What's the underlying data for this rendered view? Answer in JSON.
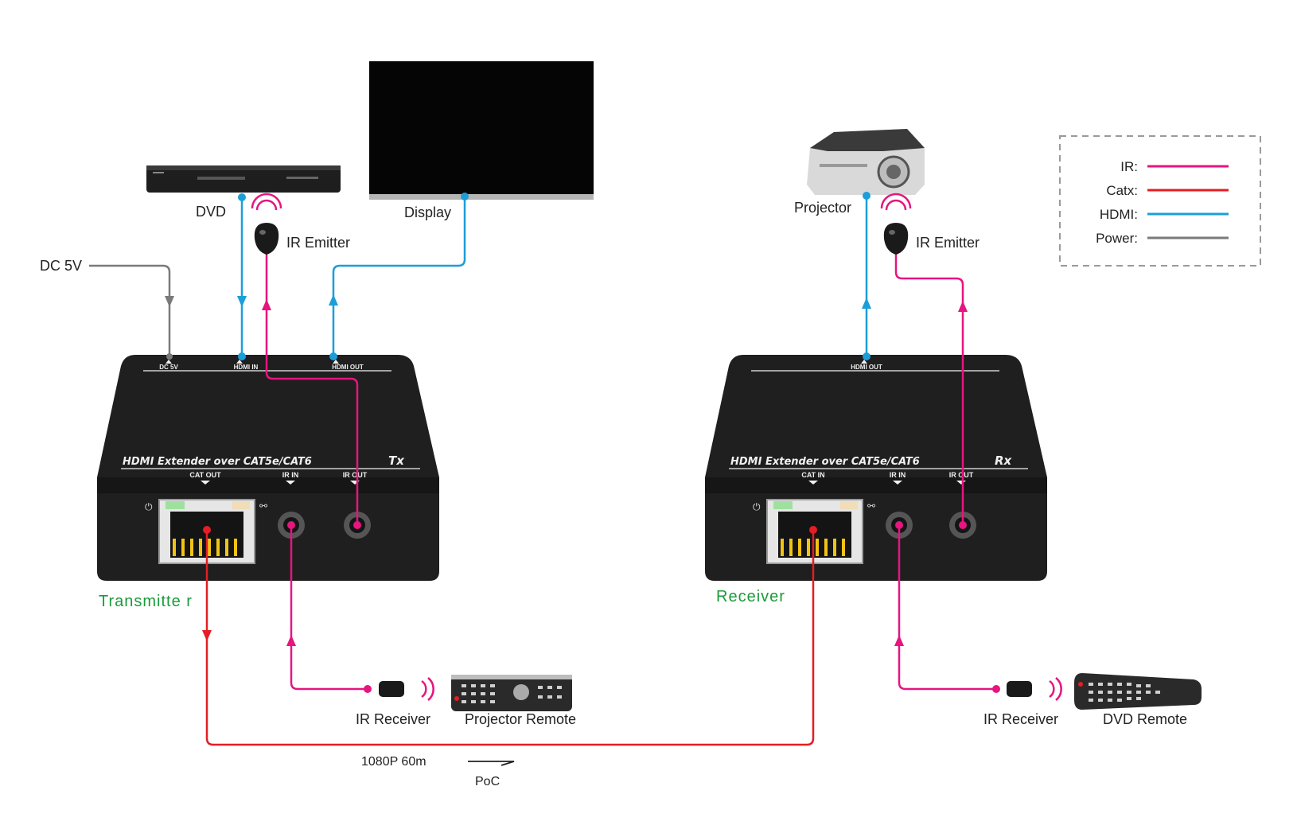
{
  "colors": {
    "ir": "#e6157f",
    "catx": "#e31e24",
    "hdmi": "#1b9ed9",
    "power": "#7a7a7a",
    "unit_label": "#1a9b3a",
    "box": "#222222"
  },
  "devices": {
    "dvd": "DVD",
    "display": "Display",
    "projector": "Projector",
    "ir_emitter_tx": "IR Emitter",
    "ir_emitter_rx": "IR Emitter",
    "dc": "DC 5V",
    "ir_receiver_tx": "IR Receiver",
    "ir_receiver_rx": "IR Receiver",
    "projector_remote": "Projector Remote",
    "dvd_remote": "DVD Remote"
  },
  "tx": {
    "name": "Transmitte r",
    "panel_title": "HDMI  Extender over CAT5e/CAT6",
    "badge": "Tx",
    "top_ports": [
      "DC 5V",
      "HDMI  IN",
      "HDMI OUT"
    ],
    "front_ports": [
      "CAT OUT",
      "IR IN",
      "IR OUT"
    ]
  },
  "rx": {
    "name": "Receiver",
    "panel_title": "HDMI  Extender over CAT5e/CAT6",
    "badge": "Rx",
    "top_ports": [
      "HDMI OUT"
    ],
    "front_ports": [
      "CAT IN",
      "IR IN",
      "IR OUT"
    ]
  },
  "link": {
    "distance": "1080P 60m",
    "poc": "PoC"
  },
  "legend": {
    "items": [
      {
        "label": "IR:",
        "color": "#e6157f"
      },
      {
        "label": "Catx:",
        "color": "#e31e24"
      },
      {
        "label": "HDMI:",
        "color": "#1b9ed9"
      },
      {
        "label": "Power:",
        "color": "#7a7a7a"
      }
    ]
  }
}
